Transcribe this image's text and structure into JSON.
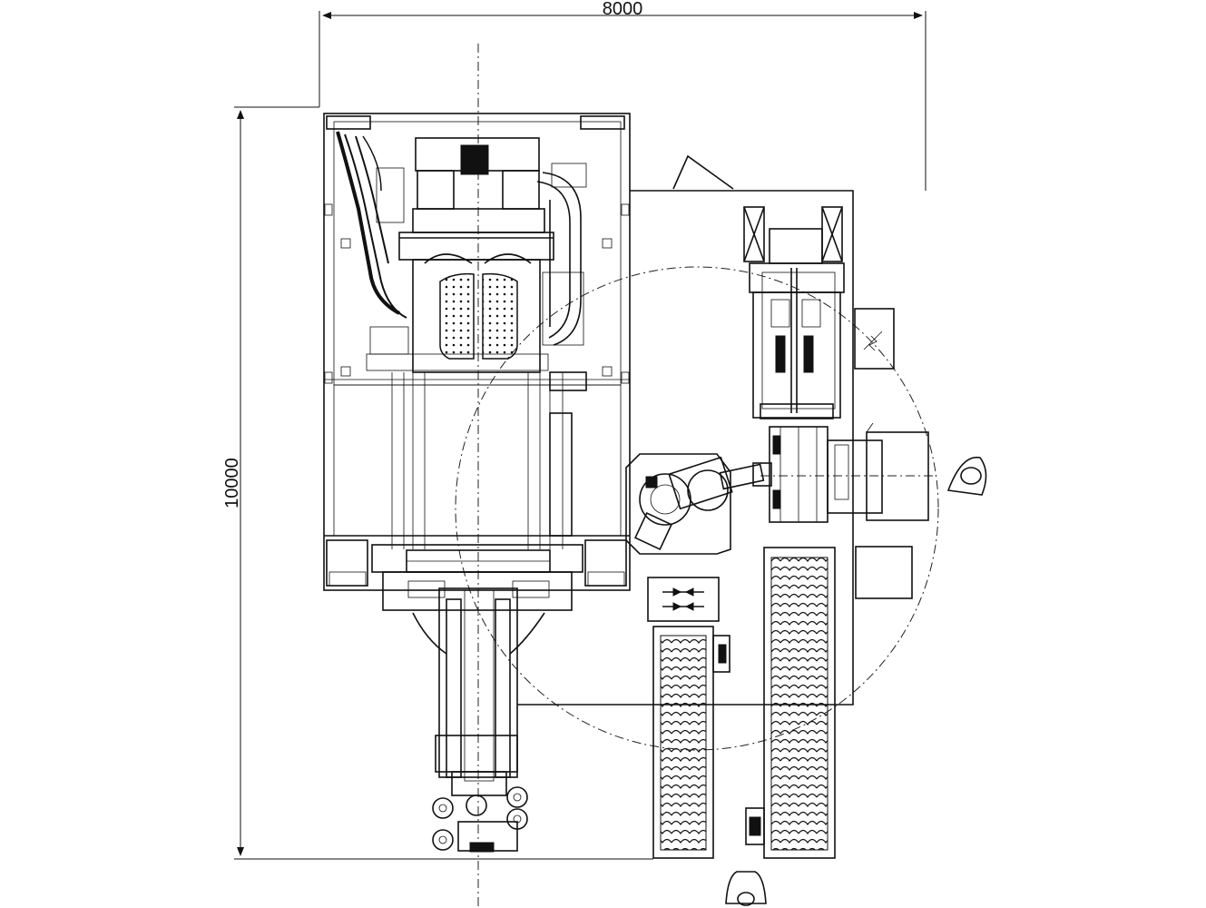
{
  "dimensions": {
    "width_label": "8000",
    "height_label": "10000"
  },
  "components": [
    {
      "name": "main-press-machine"
    },
    {
      "name": "robot-arm"
    },
    {
      "name": "pallet-conveyor-left"
    },
    {
      "name": "pallet-conveyor-right"
    },
    {
      "name": "infeed-station"
    },
    {
      "name": "operator-top"
    },
    {
      "name": "operator-bottom"
    },
    {
      "name": "control-cabinet"
    }
  ],
  "colors": {
    "line": "#111111",
    "background": "#ffffff"
  }
}
